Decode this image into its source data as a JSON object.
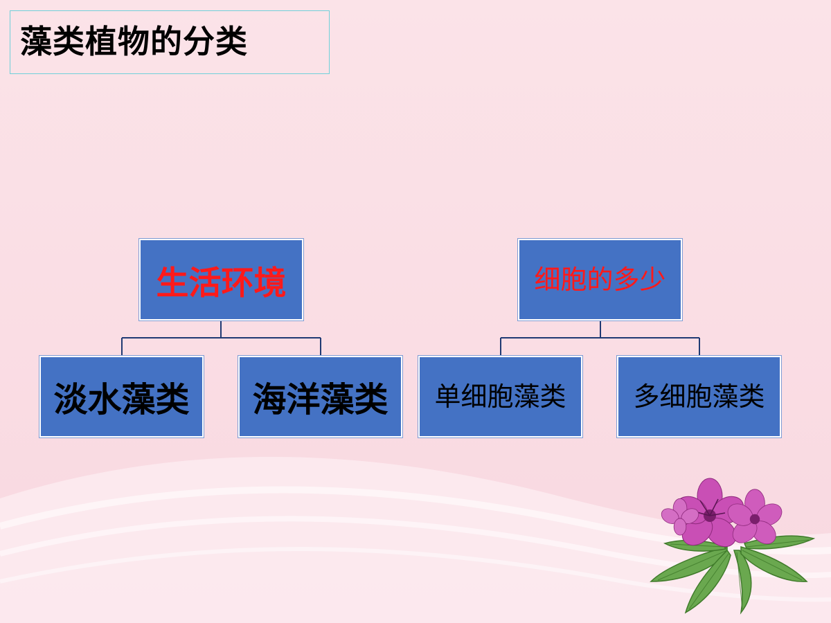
{
  "slide": {
    "title": "藻类植物的分类"
  },
  "diagram": {
    "left_tree": {
      "root": "生活环境",
      "children": [
        "淡水藻类",
        "海洋藻类"
      ]
    },
    "right_tree": {
      "root": "细胞的多少",
      "children": [
        "单细胞藻类",
        "多细胞藻类"
      ]
    }
  },
  "colors": {
    "box_fill": "#4472c4",
    "root_text": "#ff1a1a",
    "child_text": "#000000",
    "connector": "#1f3a73"
  },
  "decorations": {
    "flower_icon": "rhododendron-flower-icon"
  }
}
